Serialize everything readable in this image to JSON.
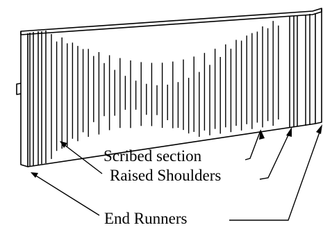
{
  "labels": {
    "scribed_section": "Scribed section",
    "raised_shoulders": "Raised Shoulders",
    "end_runners": "End Runners"
  },
  "colors": {
    "line": "#000000",
    "background": "#ffffff"
  }
}
